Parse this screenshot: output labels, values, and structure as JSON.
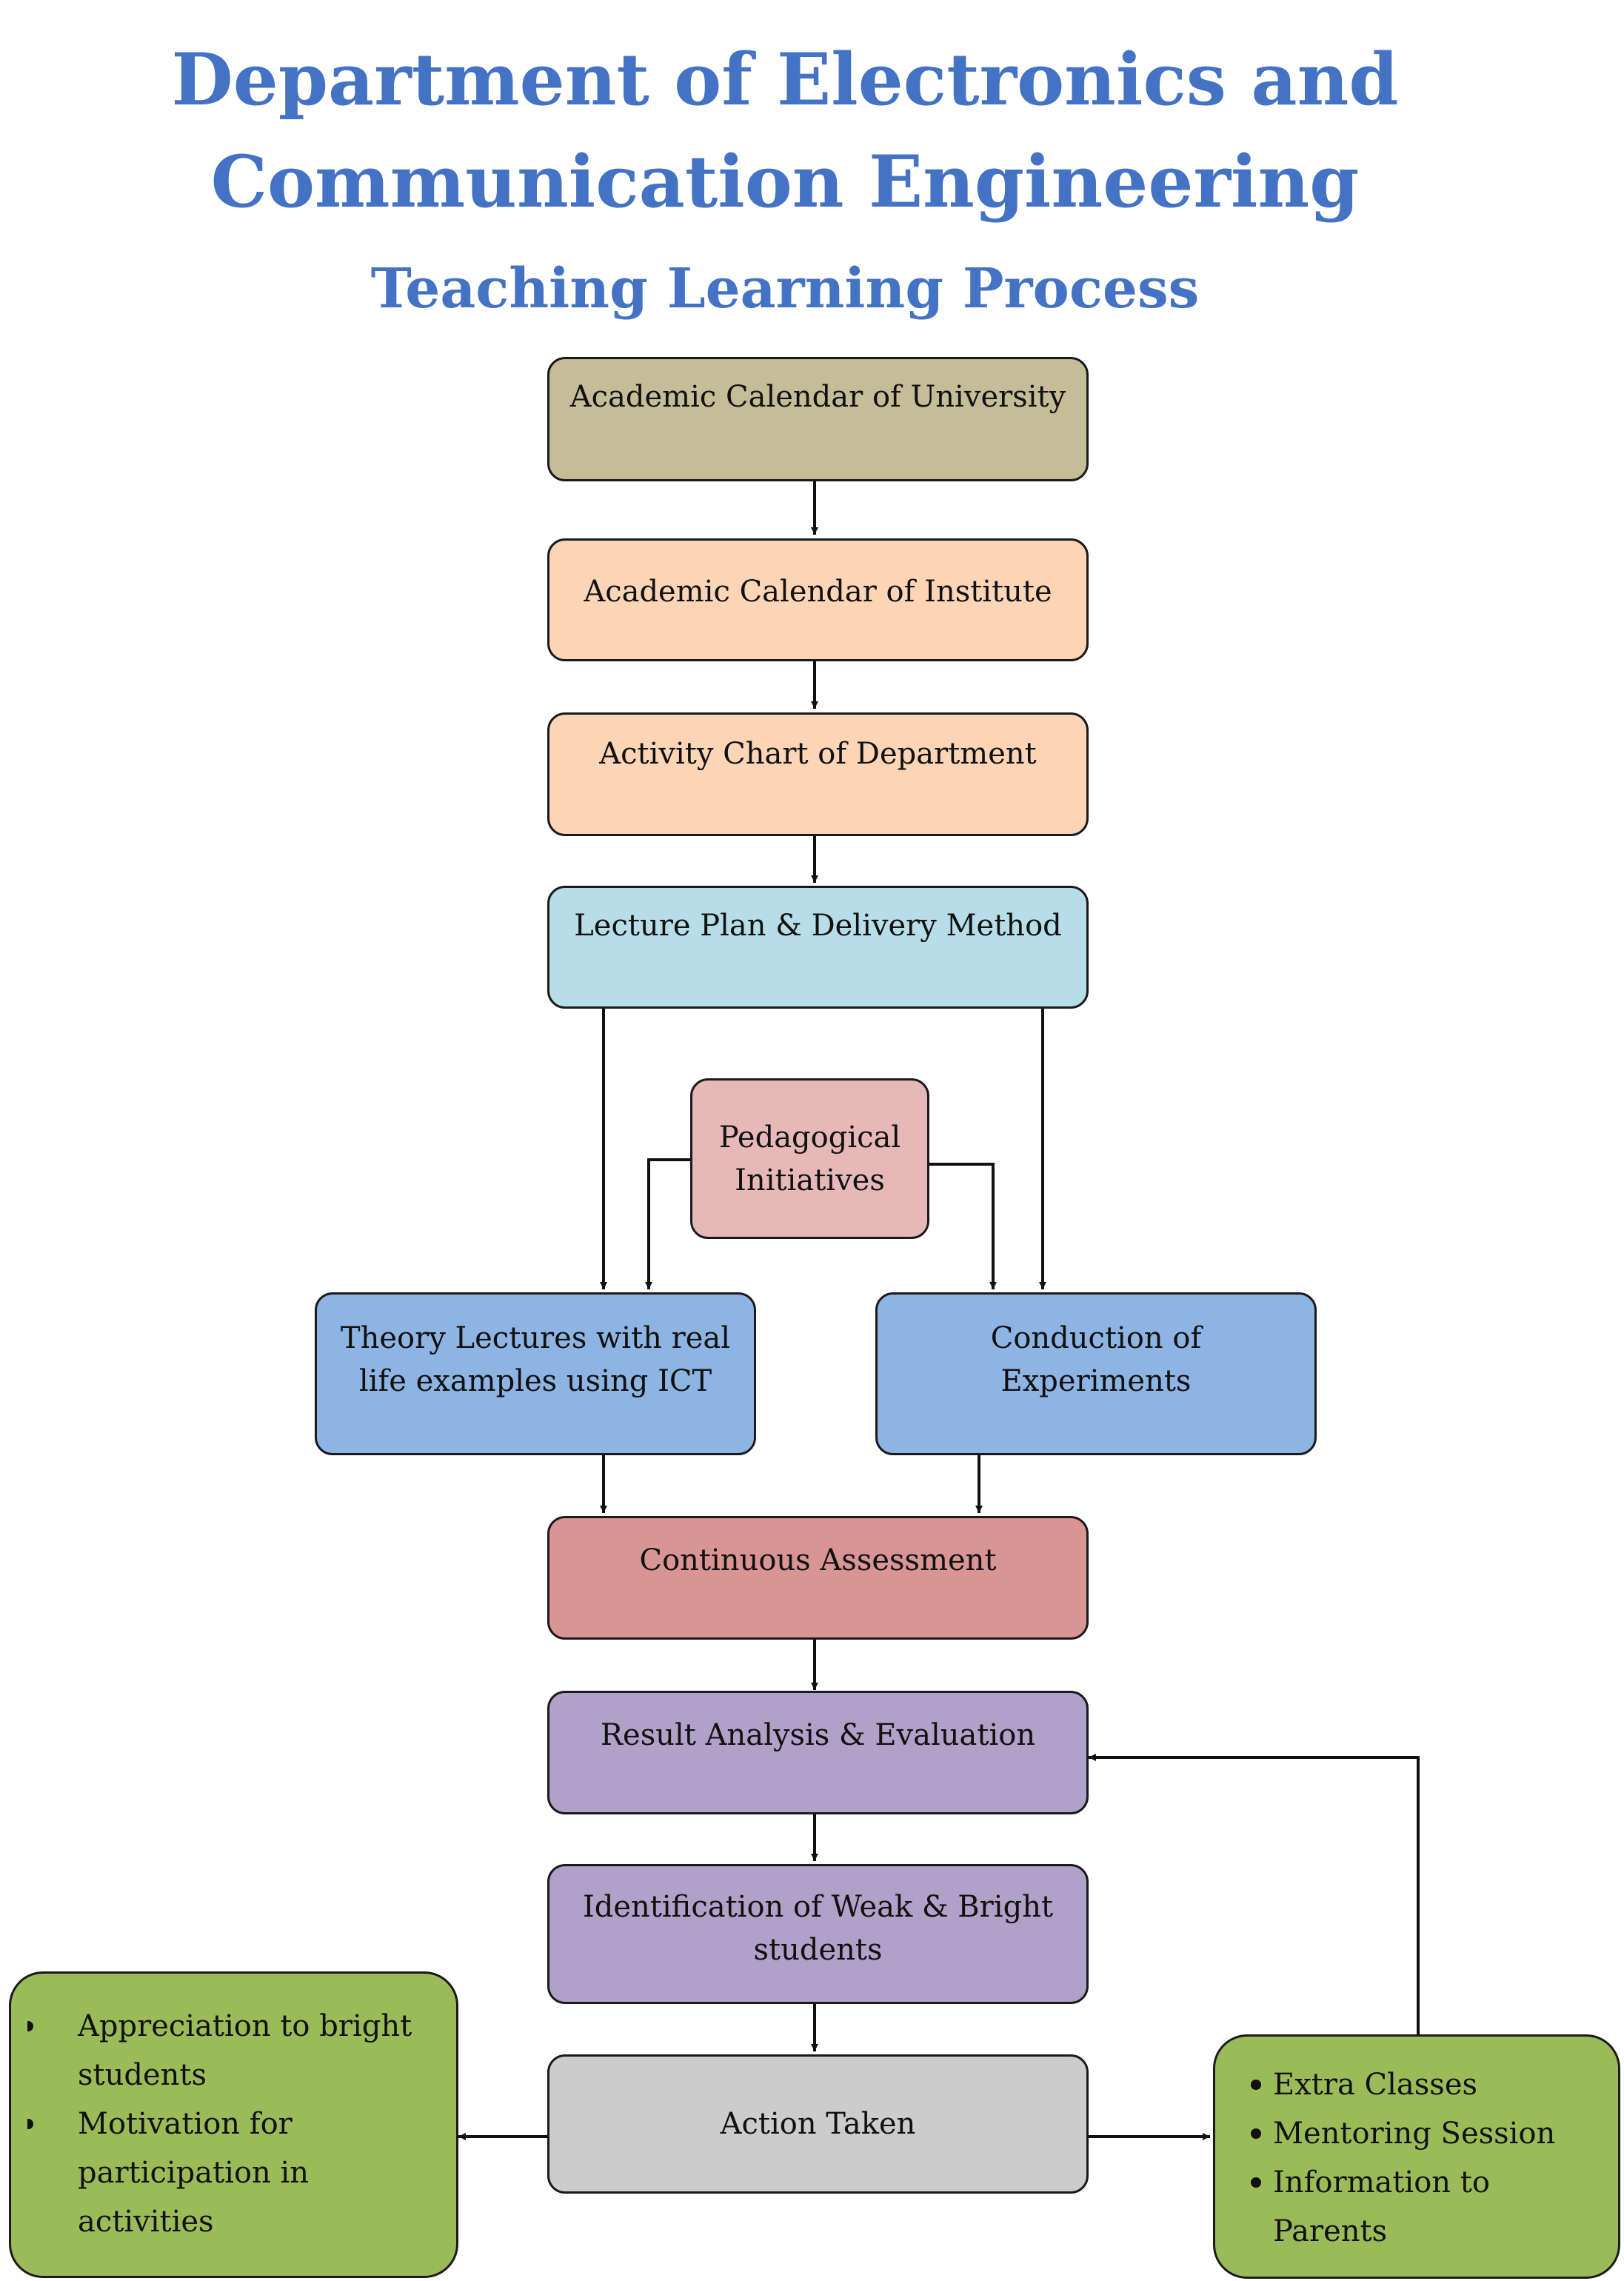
{
  "title": {
    "line1": "Department of Electronics and",
    "line2": "Communication Engineering",
    "subtitle": "Teaching Learning Process"
  },
  "nodes": {
    "university_calendar": "Academic Calendar of University",
    "institute_calendar": "Academic Calendar of Institute",
    "activity_chart": "Activity Chart of Department",
    "lecture_plan": "Lecture Plan & Delivery Method",
    "pedagogical": [
      "Pedagogical",
      "Initiatives"
    ],
    "theory_lectures": [
      "Theory Lectures with real",
      "life examples using ICT"
    ],
    "experiments": [
      "Conduction of",
      "Experiments"
    ],
    "assessment": "Continuous Assessment",
    "result_analysis": "Result Analysis & Evaluation",
    "identification": [
      "Identification of Weak & Bright",
      "students"
    ],
    "action_taken": "Action Taken",
    "bright_actions": [
      "Appreciation to bright students",
      "Motivation for participation in activities"
    ],
    "weak_actions": [
      "Extra Classes",
      "Mentoring Session",
      "Information to Parents"
    ]
  },
  "colors": {
    "title": "#4472C4",
    "university": "#C4BD97",
    "institute": "#FBD5B5",
    "lecture_plan": "#B7DEE8",
    "pedagogical": "#E6B8B7",
    "teaching": "#8EB4E3",
    "assessment": "#D99594",
    "evaluation": "#B1A0C7",
    "action": "#CCCCCC",
    "outcome": "#9BBB59"
  }
}
